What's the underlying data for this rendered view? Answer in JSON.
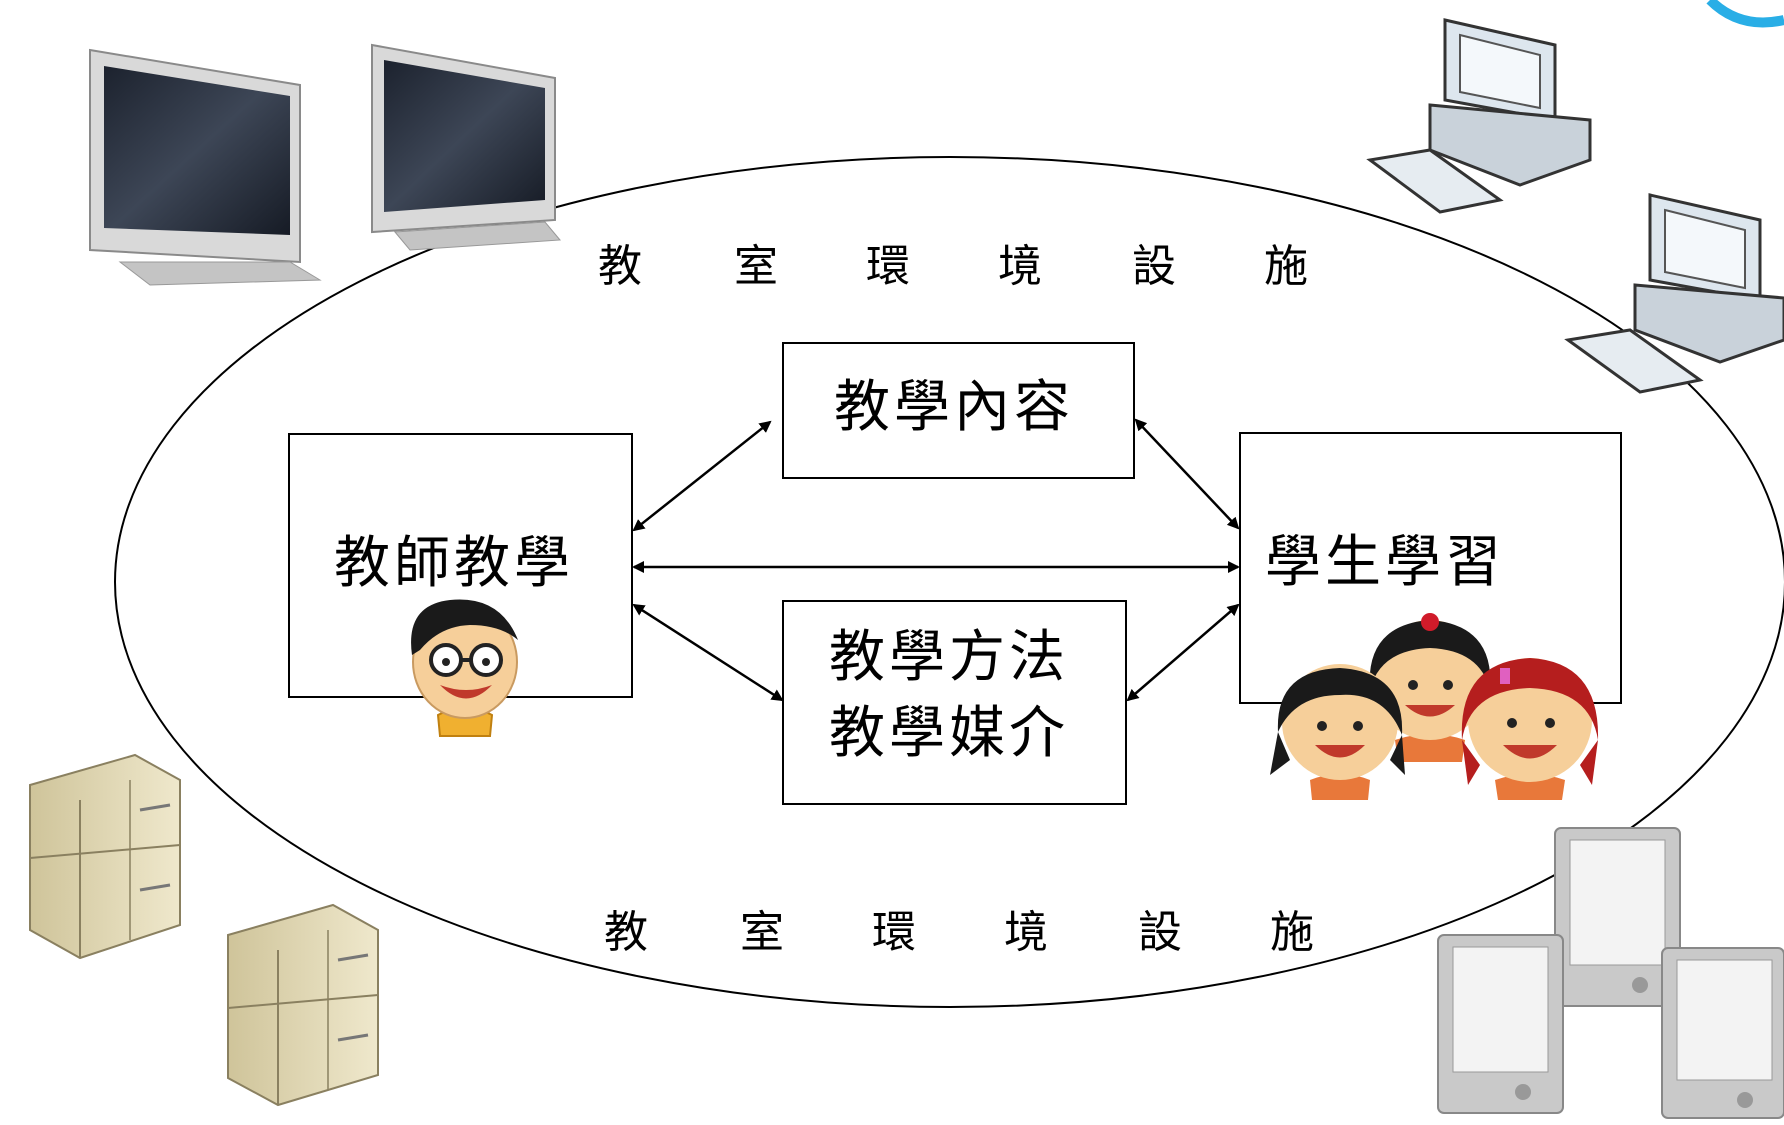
{
  "diagram": {
    "environment_top": [
      "教",
      "室",
      "環",
      "境",
      "設",
      "施"
    ],
    "environment_bottom": [
      "教",
      "室",
      "環",
      "境",
      "設",
      "施"
    ],
    "teacher_box": {
      "label": "教師教學"
    },
    "content_box": {
      "label": "教學內容"
    },
    "method_box": {
      "line1": "教學方法",
      "line2": "教學媒介"
    },
    "student_box": {
      "label": "學生學習"
    },
    "arrows": [
      "teacher-content",
      "teacher-student",
      "teacher-method",
      "content-student",
      "method-student"
    ]
  },
  "icons": [
    "flat-monitor-icon",
    "flat-monitor-icon",
    "desktop-computer-icon",
    "desktop-computer-icon",
    "server-icon",
    "server-icon",
    "ebook-reader-icon",
    "ebook-reader-icon",
    "ebook-reader-icon",
    "teacher-cartoon-icon",
    "students-cartoon-icon"
  ],
  "colors": {
    "line": "#000000",
    "monitor_screen": "#2a3140",
    "server_beige": "#d8cfa8",
    "accent_cyan": "#29aee6"
  }
}
